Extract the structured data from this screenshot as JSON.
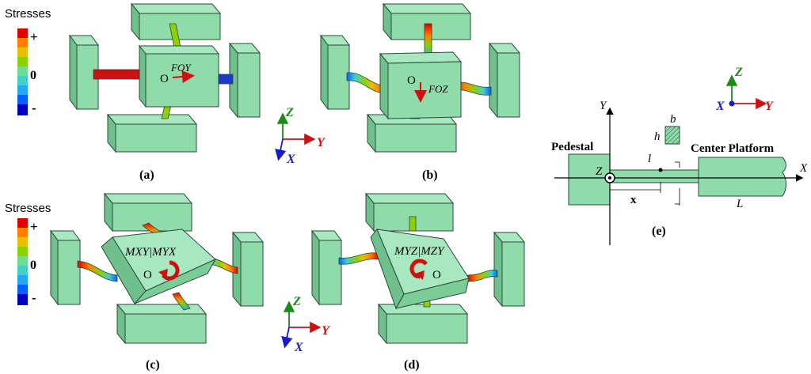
{
  "legend": {
    "title": "Stresses",
    "plus": "+",
    "zero": "0",
    "minus": "-",
    "colors": [
      "#e00000",
      "#ff8000",
      "#e8c000",
      "#8fd000",
      "#6fdc90",
      "#40d0c8",
      "#20a8f0",
      "#0060ff",
      "#0000c0"
    ]
  },
  "panels": {
    "a": {
      "caption": "(a)",
      "load_label": "FOY",
      "origin": "O"
    },
    "b": {
      "caption": "(b)",
      "load_label": "FOZ",
      "origin": "O"
    },
    "c": {
      "caption": "(c)",
      "load_label": "MXY|MYX",
      "origin": "O"
    },
    "d": {
      "caption": "(d)",
      "load_label": "MYZ|MZY",
      "origin": "O"
    },
    "e": {
      "caption": "(e)"
    }
  },
  "triad": {
    "z": "Z",
    "y": "Y",
    "x": "X"
  },
  "schematic": {
    "pedestal": "Pedestal",
    "center_platform": "Center Platform",
    "axis_y": "Y",
    "axis_x": "X",
    "axis_z": "Z",
    "l": "l",
    "x": "x",
    "L": "L",
    "b": "b",
    "h": "h"
  },
  "colors": {
    "body_fill": "#8fdcaa",
    "body_stroke": "#2a4a38",
    "force_arrow": "#d01010",
    "axis_red": "#d01010",
    "axis_green": "#1a8a1a",
    "axis_blue": "#1a1acc"
  }
}
